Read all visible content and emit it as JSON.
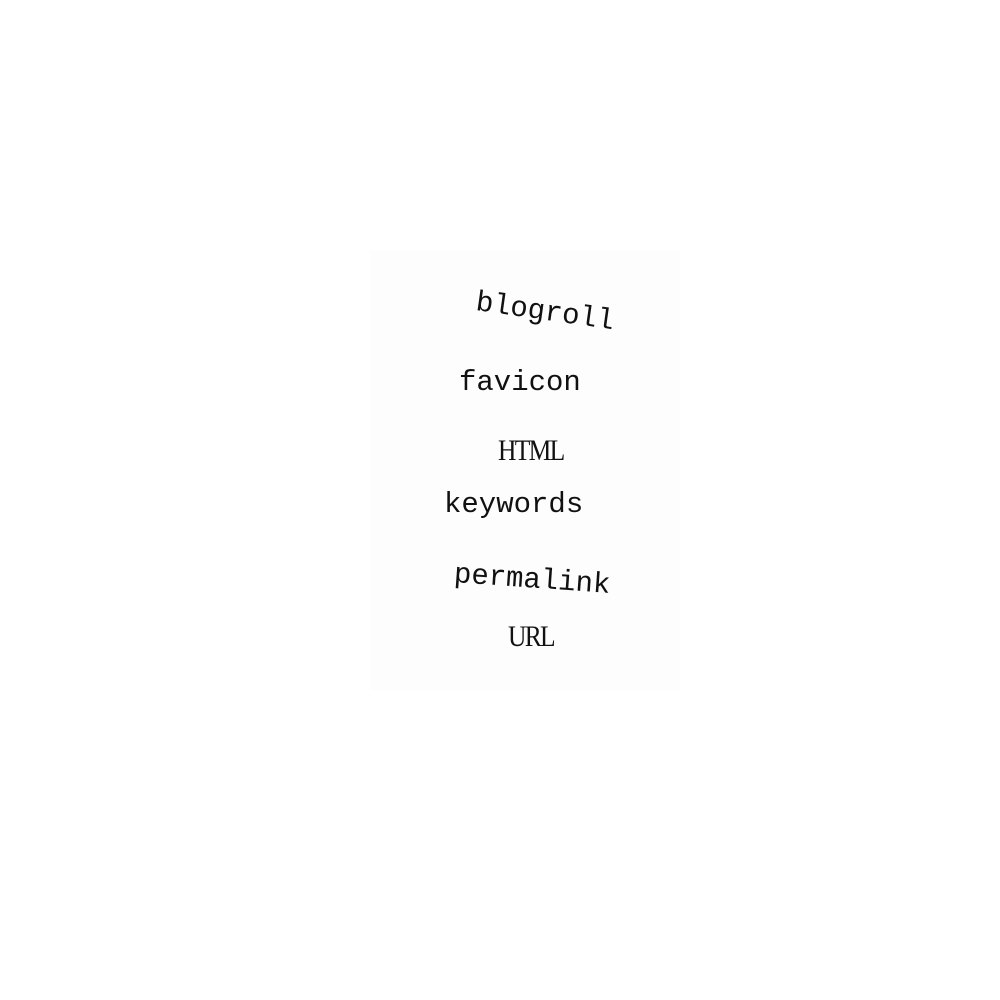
{
  "words": [
    "blogroll",
    "favicon",
    "HTML",
    "keywords",
    "permalink",
    "URL"
  ]
}
